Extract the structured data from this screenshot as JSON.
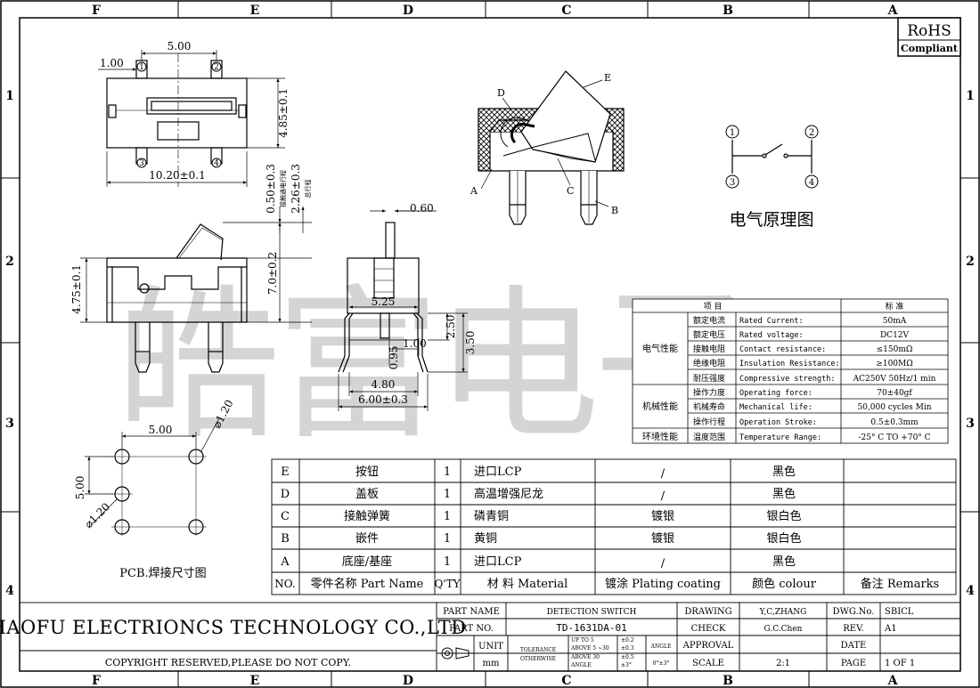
{
  "border": {
    "columns": [
      "F",
      "E",
      "D",
      "C",
      "B",
      "A"
    ],
    "rows": [
      "1",
      "2",
      "3",
      "4"
    ]
  },
  "rohs": {
    "line1": "RoHS",
    "line2": "Compliant"
  },
  "watermark": "皓富电子",
  "dimensions": {
    "top_view": {
      "pitch": "5.00",
      "pin_offset": "1.00",
      "width": "10.20±0.1",
      "height": "4.85±0.1"
    },
    "side_view": {
      "dim_050": "0.50±0.3",
      "dim_050_note": "接触通电行程",
      "dim_226": "2.26±0.3",
      "dim_226_note": "总行程",
      "dim_70": "7.0±0.2",
      "dim_475": "4.75±0.1"
    },
    "end_view": {
      "dim_060": "0.60",
      "dim_525": "5.25",
      "dim_100": "1.00",
      "dim_095": "0.95",
      "dim_250": "2.50",
      "dim_350": "3.50",
      "dim_480": "4.80",
      "dim_600": "6.00±0.3"
    },
    "pcb": {
      "pitch_x": "5.00",
      "pitch_y": "5.00",
      "hole_top": "⌀1.20",
      "hole_left": "⌀1.20",
      "title": "PCB.焊接尺寸图"
    }
  },
  "section": {
    "labels": [
      "A",
      "B",
      "C",
      "D",
      "E"
    ]
  },
  "schematic": {
    "pins": [
      "1",
      "2",
      "3",
      "4"
    ],
    "title": "电气原理图"
  },
  "specs": {
    "header": {
      "item": "项        目",
      "standard": "标        准"
    },
    "groups": [
      {
        "name": "电气性能",
        "rows": [
          {
            "cn": "额定电流",
            "en": "Rated Current:",
            "value": "50mA"
          },
          {
            "cn": "额定电压",
            "en": "Rated voltage:",
            "value": "DC12V"
          },
          {
            "cn": "接触电阻",
            "en": "Contact resistance:",
            "value": "≤150mΩ"
          },
          {
            "cn": "绝缘电阻",
            "en": "Insulation Resistance:",
            "value": "≥100MΩ"
          },
          {
            "cn": "耐压强度",
            "en": "Compressive strength:",
            "value": "AC250V  50Hz/1 min"
          }
        ]
      },
      {
        "name": "机械性能",
        "rows": [
          {
            "cn": "操作力度",
            "en": "Operating force:",
            "value": "70±40gf"
          },
          {
            "cn": "机械寿命",
            "en": "Mechanical life:",
            "value": "50,000 cycles Min"
          },
          {
            "cn": "操作行程",
            "en": "Operation Stroke:",
            "value": "0.5±0.3mm"
          }
        ]
      },
      {
        "name": "环境性能",
        "rows": [
          {
            "cn": "温度范围",
            "en": "Temperature Range:",
            "value": "-25° C TO +70° C"
          }
        ]
      }
    ]
  },
  "bom": {
    "rows": [
      {
        "no": "E",
        "name": "按钮",
        "qty": "1",
        "material": "进口LCP",
        "plating": "/",
        "colour": "黑色",
        "remarks": ""
      },
      {
        "no": "D",
        "name": "盖板",
        "qty": "1",
        "material": "高温增强尼龙",
        "plating": "/",
        "colour": "黑色",
        "remarks": ""
      },
      {
        "no": "C",
        "name": "接触弹簧",
        "qty": "1",
        "material": "磷青铜",
        "plating": "镀银",
        "colour": "银白色",
        "remarks": ""
      },
      {
        "no": "B",
        "name": "嵌件",
        "qty": "1",
        "material": "黄铜",
        "plating": "镀银",
        "colour": "银白色",
        "remarks": ""
      },
      {
        "no": "A",
        "name": "底座/基座",
        "qty": "1",
        "material": "进口LCP",
        "plating": "/",
        "colour": "黑色",
        "remarks": ""
      }
    ],
    "header": {
      "no": "NO.",
      "name": "零件名称 Part Name",
      "qty": "Q'TY",
      "material": "材 料  Material",
      "plating": "镀涂  Plating coating",
      "colour": "颜色   colour",
      "remarks": "备注  Remarks"
    }
  },
  "title_block": {
    "company": "HAOFU ELECTRIONCS TECHNOLOGY CO.,LTD",
    "copyright": "COPYRIGHT RESERVED,PLEASE DO NOT COPY.",
    "part_name_label": "PART NAME",
    "part_name": "DETECTION SWITCH",
    "part_no_label": "PART NO.",
    "part_no": "TD-1631DA-01",
    "unit_label": "UNIT",
    "unit": "mm",
    "tolerance_label_1": "TOLERANCE",
    "tolerance_label_2": "OTHERWISE",
    "tol_rows": [
      {
        "range": "UP TO 5",
        "value": "±0.2"
      },
      {
        "range": "ABOVE 5 ~30",
        "value": "±0.3"
      },
      {
        "range": "ABOVE 30",
        "value": "±0.5"
      },
      {
        "range": "ANGLE",
        "value": "±3°"
      }
    ],
    "angle_label": "ANGLE",
    "angle_value": "0°±3°",
    "drawing_label": "DRAWING",
    "drawing": "Y,C,ZHANG",
    "check_label": "CHECK",
    "check": "G.C.Chen",
    "approval_label": "APPROVAL",
    "approval": "",
    "scale_label": "SCALE",
    "scale": "2:1",
    "dwg_label": "DWG.No.",
    "dwg": "SBICL",
    "rev_label": "REV.",
    "rev": "A1",
    "date_label": "DATE",
    "date": "",
    "page_label": "PAGE",
    "page": "1 OF 1"
  }
}
